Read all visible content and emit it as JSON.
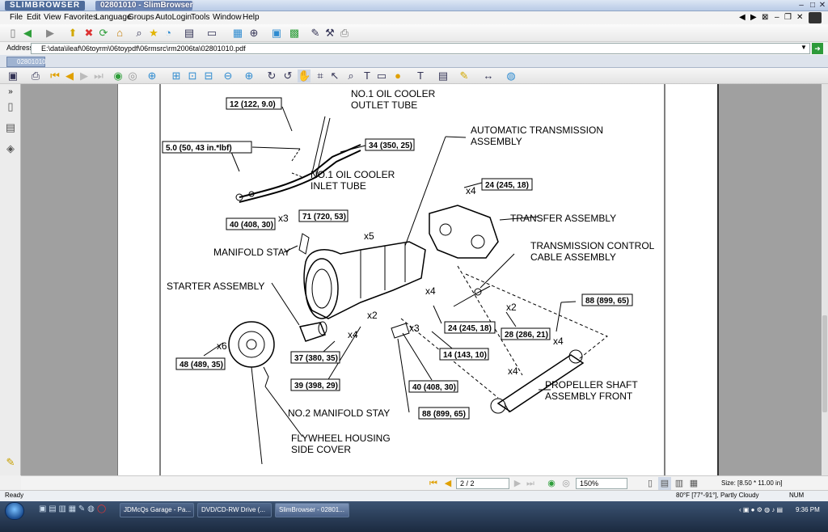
{
  "window": {
    "brand": "SLIMBROWSER",
    "title": "02801010 - SlimBrowser"
  },
  "menu": [
    "File",
    "Edit",
    "View",
    "Favorites",
    "Language",
    "Groups",
    "AutoLogin",
    "Tools",
    "Window",
    "Help"
  ],
  "address": {
    "label": "Address",
    "value": "E:\\data\\ileaf\\06toyrm\\06toypdf\\06rmsrc\\rm2006ta\\02801010.pdf"
  },
  "tab": {
    "label": "02801010"
  },
  "diagram": {
    "labels": {
      "oil_cooler_outlet": [
        "NO.1 OIL COOLER",
        "OUTLET TUBE"
      ],
      "oil_cooler_inlet": [
        "NO.1 OIL COOLER",
        "INLET TUBE"
      ],
      "auto_trans": [
        "AUTOMATIC TRANSMISSION",
        "ASSEMBLY"
      ],
      "transfer": "TRANSFER ASSEMBLY",
      "trans_control": [
        "TRANSMISSION CONTROL",
        "CABLE ASSEMBLY"
      ],
      "manifold_stay": "MANIFOLD STAY",
      "starter": "STARTER ASSEMBLY",
      "propeller": [
        "PROPELLER SHAFT",
        "ASSEMBLY FRONT"
      ],
      "no2_manifold_stay": "NO.2 MANIFOLD STAY",
      "flywheel_cover": [
        "FLYWHEEL HOUSING",
        "SIDE COVER"
      ]
    },
    "torques": {
      "t1": "12 (122, 9.0)",
      "t2": "5.0 (50, 43 in.*lbf)",
      "t3": "34 (350, 25)",
      "t4": "24 (245, 18)",
      "t5": "71 (720, 53)",
      "t6": "40 (408, 30)",
      "t7": "88 (899, 65)",
      "t8": "24 (245, 18)",
      "t9": "28 (286, 21)",
      "t10": "14 (143, 10)",
      "t11": "48 (489, 35)",
      "t12": "37 (380, 35)",
      "t13": "39 (398, 29)",
      "t14": "40 (408, 30)",
      "t15": "88 (899, 65)"
    },
    "counts": {
      "c1": "x4",
      "c2": "x3",
      "c3": "x5",
      "c4": "x4",
      "c5": "x2",
      "c6": "x2",
      "c7": "x3",
      "c8": "x4",
      "c9": "x6",
      "c10": "x4",
      "c11": "x4"
    }
  },
  "nav": {
    "page": "2 / 2",
    "zoom": "150%",
    "size": "Size: [8.50 * 11.00 in]"
  },
  "status": {
    "left": "Ready",
    "weather": "80°F [77°-91°], Partly Cloudy",
    "num": "NUM"
  },
  "taskbar": {
    "tasks": [
      "JDMcQs Garage - Pa...",
      "DVD/CD-RW Drive (...",
      "SlimBrowser - 02801..."
    ],
    "clock": "9:36 PM"
  },
  "colors": {
    "accent": "#4d6b9a",
    "page_bg": "#ffffff",
    "viewer_bg": "#a0a0a0"
  }
}
